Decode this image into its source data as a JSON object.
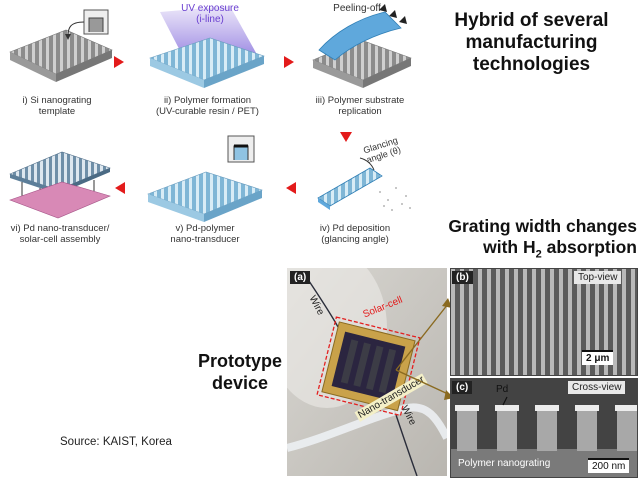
{
  "headings": {
    "hybrid": [
      "Hybrid of several",
      "manufacturing",
      "technologies"
    ],
    "grating_line1": "Grating width changes",
    "grating_line2_pre": "with H",
    "grating_line2_sub": "2",
    "grating_line2_post": " absorption",
    "prototype": [
      "Prototype",
      "device"
    ]
  },
  "steps": {
    "s1": [
      "i) Si nanograting",
      "template"
    ],
    "s2": [
      "ii) Polymer formation",
      "(UV-curable resin / PET)"
    ],
    "s3": [
      "iii) Polymer substrate",
      "replication"
    ],
    "s4": [
      "iv) Pd deposition",
      "(glancing angle)"
    ],
    "s5": [
      "v) Pd-polymer",
      "nano-transducer"
    ],
    "s6": [
      "vi) Pd nano-transducer/",
      "solar-cell assembly"
    ]
  },
  "annotations": {
    "uv": [
      "UV exposure",
      "(i-line)"
    ],
    "peel": "Peeling-off",
    "glancing": [
      "Glancing",
      "angle (θ)"
    ]
  },
  "photo": {
    "label_a": "(a)",
    "wire_top": "Wire",
    "wire_bottom": "Wire",
    "solar_cell": "Solar-cell",
    "nano_transducer": "Nano-transducer"
  },
  "sem_top": {
    "label": "(b)",
    "view": "Top-view",
    "scale": "2 μm"
  },
  "sem_cross": {
    "label": "(c)",
    "view": "Cross-view",
    "pd": "Pd",
    "grating": "Polymer nanograting",
    "scale": "200 nm"
  },
  "source": "Source: KAIST, Korea"
}
